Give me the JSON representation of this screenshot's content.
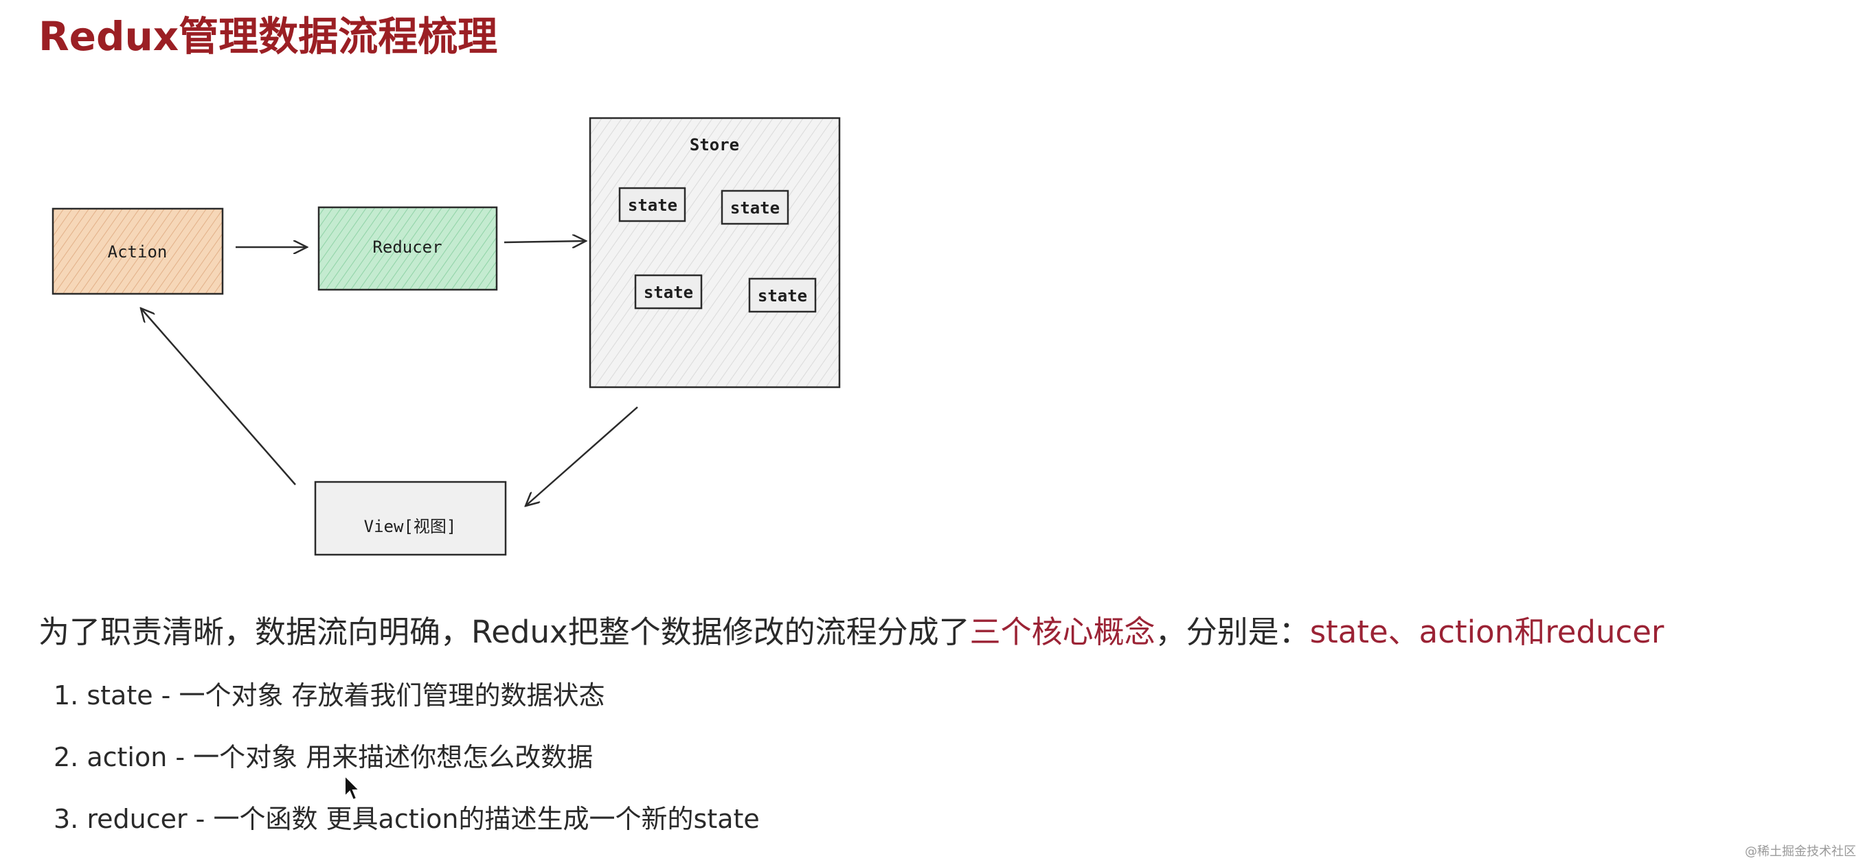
{
  "title": "Redux管理数据流程梳理",
  "diagram": {
    "action_label": "Action",
    "reducer_label": "Reducer",
    "store_label": "Store",
    "state_labels": [
      "state",
      "state",
      "state",
      "state"
    ],
    "view_label": "View[视图]",
    "colors": {
      "action_fill": "#f6d7b8",
      "reducer_fill": "#bfe8cc",
      "store_fill": "#f1f1f1",
      "state_fill": "#eeeeee",
      "view_fill": "#f0f0f0",
      "stroke": "#2b2b2b"
    }
  },
  "summary": {
    "prefix": "为了职责清晰，数据流向明确，Redux把整个数据修改的流程分成了",
    "highlight_concepts": "三个核心概念",
    "middle": "，分别是：",
    "highlight_names": "state、action和reducer"
  },
  "list": [
    "1. state - 一个对象 存放着我们管理的数据状态",
    "2. action - 一个对象 用来描述你想怎么改数据",
    "3. reducer - 一个函数 更具action的描述生成一个新的state"
  ],
  "watermark": "@稀土掘金技术社区",
  "accent_color": "#9b1f24"
}
